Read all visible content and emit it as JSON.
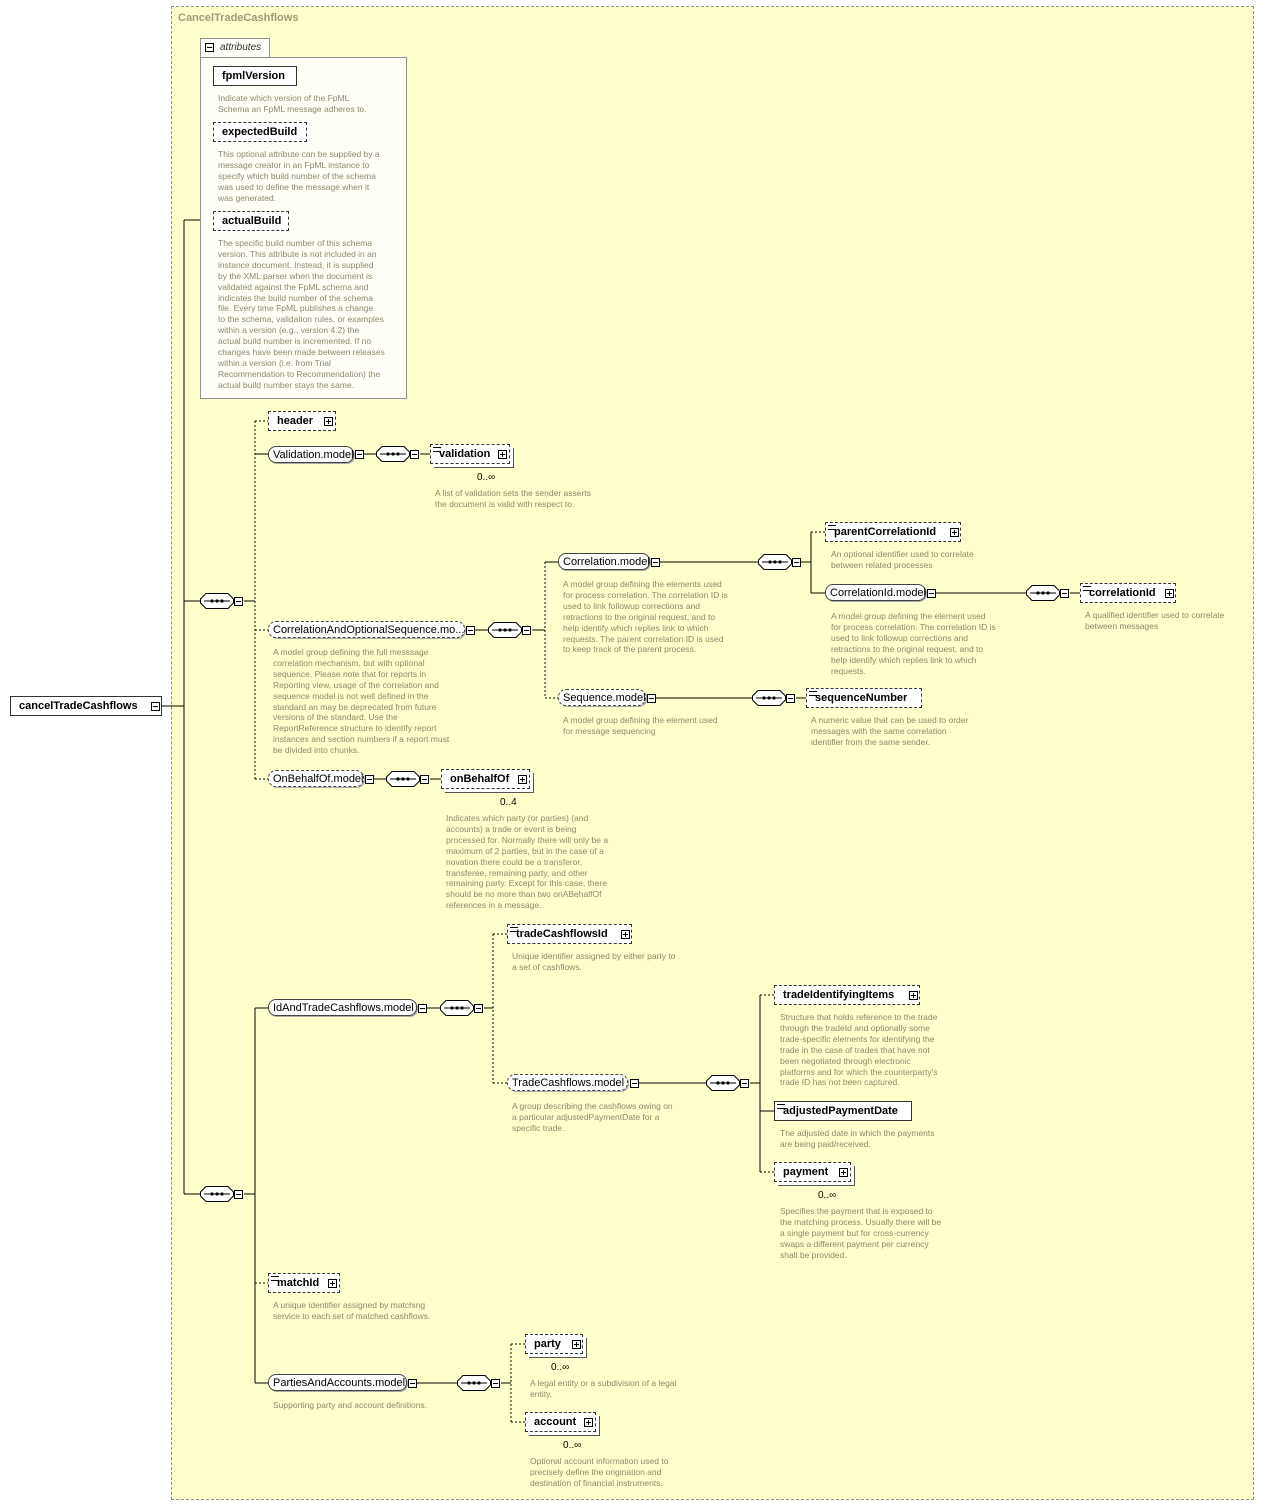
{
  "root": {
    "label": "cancelTradeCashflows"
  },
  "type_name": "CancelTradeCashflows",
  "attributes": {
    "tab_label": "attributes",
    "items": [
      {
        "name": "fpmlVersion",
        "desc": [
          "Indicate which version of the FpML",
          "Schema an FpML message adheres to."
        ]
      },
      {
        "name": "expectedBuild",
        "desc": [
          "This optional attribute can be supplied by a",
          "message creator in an FpML instance to",
          "specify which build number of the schema",
          "was used to define the message when it",
          "was generated."
        ]
      },
      {
        "name": "actualBuild",
        "desc": [
          "The specific build number of this schema",
          "version. This attribute is not included in an",
          "instance document. Instead, it is supplied",
          "by the XML parser when the document is",
          "validated against the FpML schema and",
          "indicates the build number of the schema",
          "file. Every time FpML publishes a change",
          "to the schema, validation rules, or examples",
          "within a version (e.g., version 4.2) the",
          "actual build number is incremented. If no",
          "changes have been made between releases",
          "within a version (i.e. from Trial",
          "Recommendation to Recommendation) the",
          "actual build number stays the same."
        ]
      }
    ]
  },
  "elements": {
    "header": {
      "label": "header"
    },
    "validation_model": {
      "label": "Validation.model"
    },
    "validation": {
      "label": "validation",
      "occurs": "0..∞",
      "desc": [
        "A list of validation sets the sender asserts",
        "the document is valid with respect to."
      ]
    },
    "cos_model": {
      "label": "CorrelationAndOptionalSequence.mo...",
      "desc": [
        "A model group defining the full messsage",
        "correlation mechanism, but with optional",
        "sequence. Please note that for reports in",
        "Reporting view, usage of the correlation and",
        "sequence model is not well defined in the",
        "standard an may be deprecated from future",
        "versions of the standard. Use the",
        "ReportReference structure to identify report",
        "instances and section numbers if a report must",
        "be divided into chunks."
      ]
    },
    "correlation_model": {
      "label": "Correlation.model",
      "desc": [
        "A model group defining the elements used",
        "for process correlation. The correlation ID is",
        "used to link followup corrections and",
        "retractions to the original request, and to",
        "help identify which replies link to which",
        "requests. The parent correlation ID is used",
        "to keep track of the parent process."
      ]
    },
    "parent_corr": {
      "label": "parentCorrelationId",
      "desc": [
        "An optional identifier used to correlate",
        "between related processes"
      ]
    },
    "corrid_model": {
      "label": "CorrelationId.model",
      "desc": [
        "A model group defining the element used",
        "for process correlation. The correlation ID is",
        "used to link followup corrections and",
        "retractions to the original request, and to",
        "help identify which replies link to which",
        "requests."
      ]
    },
    "correlation_id": {
      "label": "correlationId",
      "desc": [
        "A qualified identifier used to correlate",
        "between messages"
      ]
    },
    "sequence_model": {
      "label": "Sequence.model",
      "desc": [
        "A model group defining the element used",
        "for message sequencing"
      ]
    },
    "sequence_number": {
      "label": "sequenceNumber",
      "desc": [
        "A numeric value that can be used to order",
        "messages with the same correlation",
        "identifier from the same sender."
      ]
    },
    "obo_model": {
      "label": "OnBehalfOf.model"
    },
    "on_behalf_of": {
      "label": "onBehalfOf",
      "occurs": "0..4",
      "desc": [
        "Indicates which party (or parties) (and",
        "accounts) a trade or event is being",
        "processed for. Normally there will only be a",
        "maximum of 2 parties, but in the case of a",
        "novation there could be a transferor,",
        "transferee, remaining party, and other",
        "remaining party. Except for this case, there",
        "should be no more than two onABehalfOf",
        "references in a message."
      ]
    },
    "idtc_model": {
      "label": "IdAndTradeCashflows.model"
    },
    "tc_id": {
      "label": "tradeCashflowsId",
      "desc": [
        "Unique identifier assigned by either party to",
        "a set of cashflows."
      ]
    },
    "tc_model": {
      "label": "TradeCashflows.model",
      "desc": [
        "A group describing the cashflows owing on",
        "a particular adjustedPaymentDate for a",
        "specific trade."
      ]
    },
    "trade_items": {
      "label": "tradeIdentifyingItems",
      "desc": [
        "Structure that holds reference to the trade",
        "through the tradeId and optionally some",
        "trade-specific elements for identifying the",
        "trade in the case of trades that have not",
        "been negotiated through electronic",
        "platforms and for which the counterparty's",
        "trade ID has not been captured."
      ]
    },
    "adj_date": {
      "label": "adjustedPaymentDate",
      "desc": [
        "The adjusted date in which the payments",
        "are being paid/received."
      ]
    },
    "payment": {
      "label": "payment",
      "occurs": "0..∞",
      "desc": [
        "Specifies the payment that is exposed to",
        "the matching process. Usually there will be",
        "a single payment but for cross-currency",
        "swaps a different payment per currency",
        "shall be provided."
      ]
    },
    "match_id": {
      "label": "matchId",
      "desc": [
        "A unique identifier assigned by matching",
        "service to each set of matched cashflows."
      ]
    },
    "pa_model": {
      "label": "PartiesAndAccounts.model",
      "desc": [
        "Supporting party and account definitions."
      ]
    },
    "party": {
      "label": "party",
      "occurs": "0..∞",
      "desc": [
        "A legal entity or a subdivision of a legal",
        "entity."
      ]
    },
    "account": {
      "label": "account",
      "occurs": "0..∞",
      "desc": [
        "Optional account information used to",
        "precisely define the origination and",
        "destination of financial instruments."
      ]
    }
  }
}
